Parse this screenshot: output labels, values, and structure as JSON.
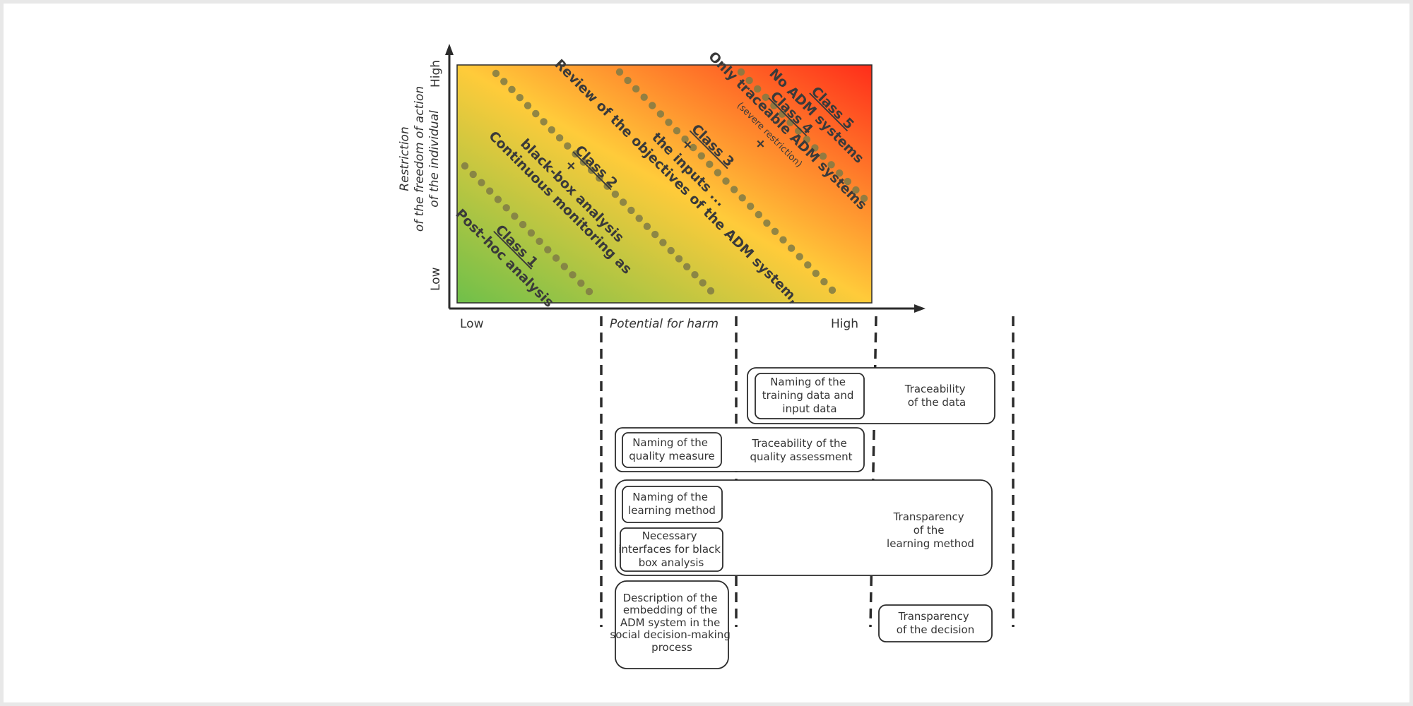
{
  "axes": {
    "y_title_lines": [
      "Restriction",
      "of the freedom of action",
      "of the individual"
    ],
    "y_low": "Low",
    "y_high": "High",
    "x_low": "Low",
    "x_title": "Potential for harm",
    "x_high": "High"
  },
  "classes": [
    {
      "name": "Class 1",
      "lines": [
        "Post-hoc analysis"
      ]
    },
    {
      "name": "Class 2",
      "lines": [
        "black-box analysis",
        "Continuous monitoring as"
      ],
      "plus": "+"
    },
    {
      "name": "Class 3",
      "lines": [
        "the inputs ...",
        "Review of the objectives of the ADM system,"
      ],
      "plus": "+"
    },
    {
      "name": "Class 4",
      "lines": [
        "Only traceable ADM systems"
      ],
      "note": "(severe restriction)",
      "plus": "+"
    },
    {
      "name": "Class 5",
      "lines": [
        "No ADM systems"
      ]
    }
  ],
  "boxes": {
    "naming_training": [
      "Naming of the",
      "training data and",
      "input data"
    ],
    "traceability_data": [
      "Traceability",
      "of the data"
    ],
    "naming_quality": [
      "Naming of the",
      "quality measure"
    ],
    "traceability_quality": [
      "Traceability of the",
      "quality assessment"
    ],
    "naming_learning": [
      "Naming of the",
      "learning method"
    ],
    "interfaces_blackbox": [
      "Necessary",
      "interfaces for black",
      "box analysis"
    ],
    "transparency_learning": [
      "Transparency",
      "of the",
      "learning method"
    ],
    "description_embedding": [
      "Description of the",
      "embedding of the",
      "ADM system in the",
      "social decision-making",
      "process"
    ],
    "transparency_decision": [
      "Transparency",
      "of the decision"
    ]
  },
  "colors": {
    "gradient_low": "#7dc44a",
    "gradient_mid": "#ffcb3a",
    "gradient_high": "#ff3d1f",
    "dots": "#7f7a45",
    "lines": "#2b2b2b"
  }
}
